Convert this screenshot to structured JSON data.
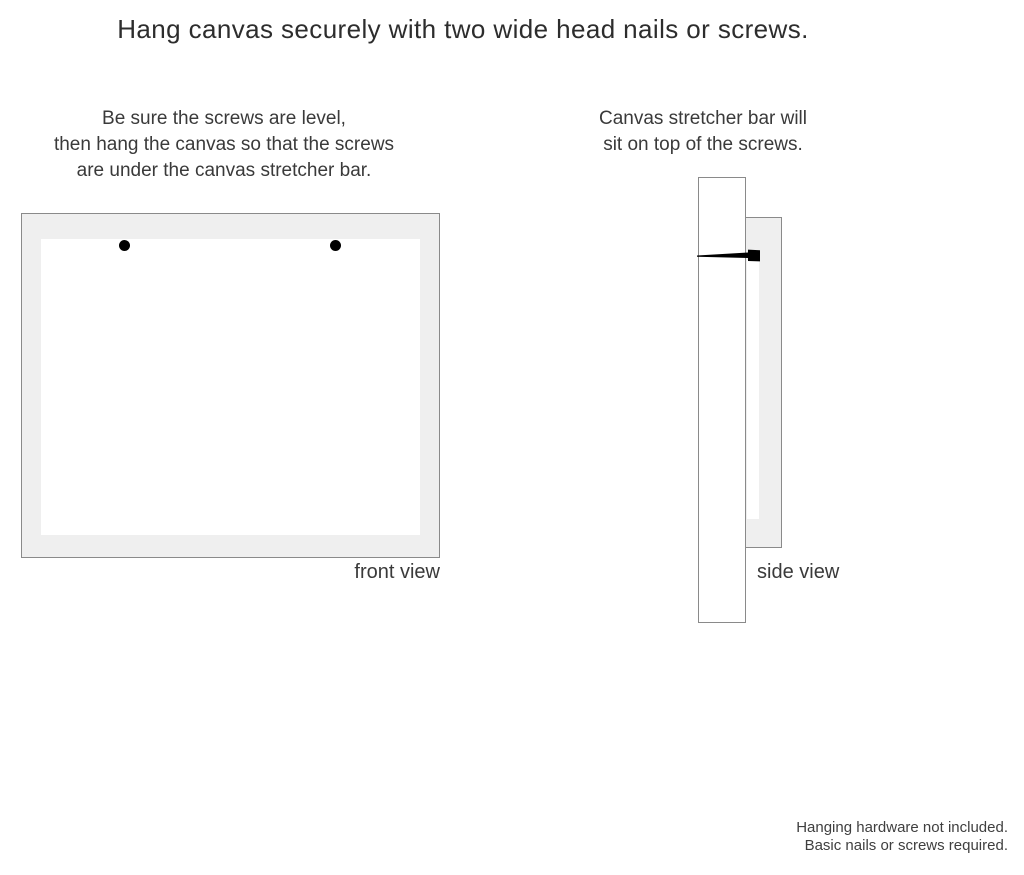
{
  "title": "Hang canvas securely with two wide head nails or screws.",
  "instructions": {
    "left": {
      "lines": [
        "Be sure the screws are level,",
        "then hang the canvas so that the screws",
        "are under the canvas stretcher bar."
      ]
    },
    "right": {
      "lines": [
        "Canvas stretcher bar will",
        "sit on top of the screws."
      ]
    }
  },
  "front_view": {
    "label": "front view",
    "screw_icons": [
      "screw-head-icon",
      "screw-head-icon"
    ],
    "frame_fill": "#efefef",
    "canvas_fill": "#ffffff",
    "border_color": "#8a8a8a",
    "screw_color": "#000000"
  },
  "side_view": {
    "label": "side view",
    "nail_icon": "wide-head-nail-icon",
    "wall_fill": "#ffffff",
    "stretcher_bar_fill": "#efefef",
    "border_color": "#8a8a8a",
    "nail_color": "#000000"
  },
  "footnote": {
    "lines": [
      "Hanging hardware not included.",
      "Basic nails or screws required."
    ]
  },
  "colors": {
    "background": "#ffffff",
    "text": "#3a3a3a",
    "title_text": "#2d2d2d"
  }
}
